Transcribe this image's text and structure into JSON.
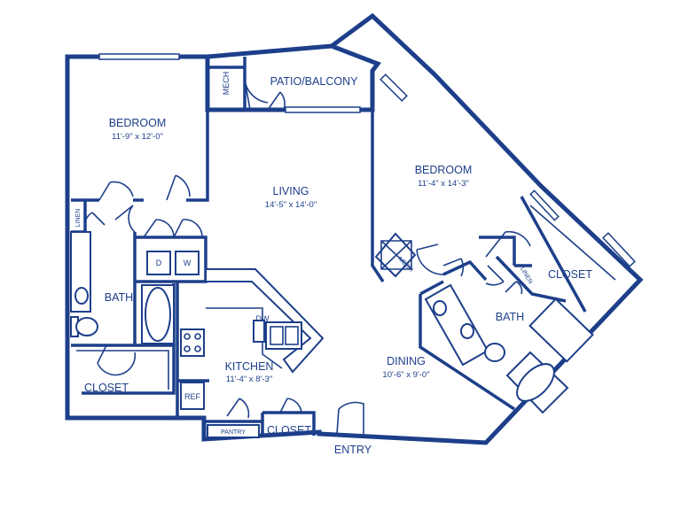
{
  "rooms": {
    "bedroom1": {
      "name": "BEDROOM",
      "dim": "11'-9\" x 12'-0\""
    },
    "living": {
      "name": "LIVING",
      "dim": "14'-5\" x 14'-0\""
    },
    "bedroom2": {
      "name": "BEDROOM",
      "dim": "11'-4\" x 14'-3\""
    },
    "bath1": {
      "name": "BATH"
    },
    "bath2": {
      "name": "BATH"
    },
    "kitchen": {
      "name": "KITCHEN",
      "dim": "11'-4\" x 8'-3\""
    },
    "dining": {
      "name": "DINING",
      "dim": "10'-6\" x 9'-0\""
    },
    "patio": {
      "name": "PATIO/BALCONY"
    },
    "closet1": {
      "name": "CLOSET"
    },
    "closet2": {
      "name": "CLOSET"
    },
    "closet3": {
      "name": "CLOSET"
    },
    "entry": {
      "name": "ENTRY"
    }
  },
  "small_labels": {
    "mech1": "MECH",
    "mech2": "MECH",
    "linen1": "LINEN",
    "linen2": "LINEN",
    "dryer": "D",
    "washer": "W",
    "dishwasher": "DW",
    "refrigerator": "REF",
    "pantry": "PANTRY"
  },
  "colors": {
    "line": "#1d3f8a",
    "background": "#ffffff"
  }
}
